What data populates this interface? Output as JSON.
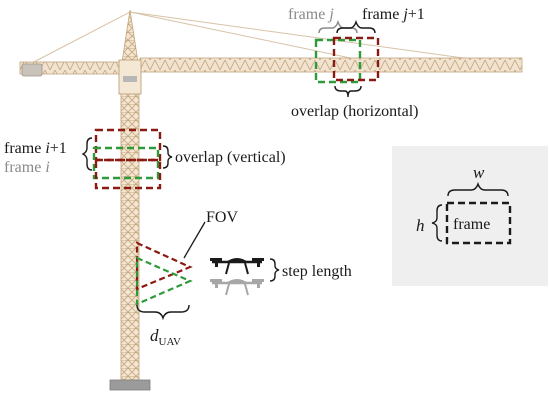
{
  "labels": {
    "frame_j": "frame",
    "frame_j_var": "j",
    "frame_j1": "frame",
    "frame_j1_var": "j",
    "frame_j1_suffix": "+1",
    "overlap_horizontal": "overlap (horizontal)",
    "frame_i1": "frame",
    "frame_i1_var": "i",
    "frame_i1_suffix": "+1",
    "frame_i": "frame",
    "frame_i_var": "i",
    "overlap_vertical": "overlap (vertical)",
    "fov": "FOV",
    "step_length": "step length",
    "d": "d",
    "d_sub": "UAV",
    "legend_w": "w",
    "legend_h": "h",
    "legend_frame": "frame"
  },
  "colors": {
    "frame_red": "#8b1a12",
    "frame_green": "#2e9a3a",
    "crane": "#e8d2b4",
    "crane_edge": "#c8ad88",
    "legend_bg": "#efefef",
    "grey_text": "#8a8a8a",
    "drone_dark": "#1a1a1a",
    "drone_grey": "#a7a7a7"
  }
}
